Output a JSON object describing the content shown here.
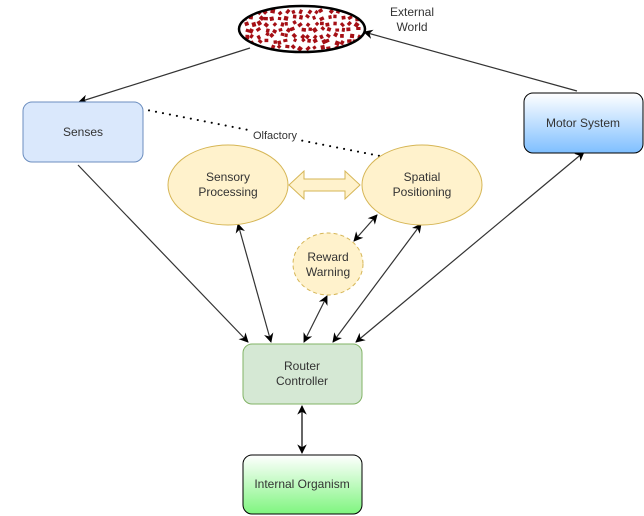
{
  "diagram": {
    "nodes": {
      "external_world": {
        "label_lines": [
          "External",
          "World"
        ],
        "shape": "ellipse",
        "fill": "#ffffff",
        "stroke": "#000000",
        "dots_color": "#a50f15"
      },
      "senses": {
        "label_lines": [
          "Senses"
        ],
        "shape": "rounded-rect",
        "fill": "#dae8fc",
        "stroke": "#6c8ebf"
      },
      "motor_system": {
        "label_lines": [
          "Motor System"
        ],
        "shape": "rounded-rect",
        "fill_top": "#ffffff",
        "fill_bottom": "#7fbfff",
        "stroke": "#000000"
      },
      "sensory_processing": {
        "label_lines": [
          "Sensory",
          "Processing"
        ],
        "shape": "ellipse",
        "fill": "#fff2cc",
        "stroke": "#d6b656"
      },
      "spatial_positioning": {
        "label_lines": [
          "Spatial",
          "Positioning"
        ],
        "shape": "ellipse",
        "fill": "#fff2cc",
        "stroke": "#d6b656"
      },
      "reward_warning": {
        "label_lines": [
          "Reward",
          "Warning"
        ],
        "shape": "ellipse-dashed",
        "fill": "#fff2cc",
        "stroke": "#d6b656"
      },
      "router_controller": {
        "label_lines": [
          "Router",
          "Controller"
        ],
        "shape": "rounded-rect",
        "fill": "#d5e8d4",
        "stroke": "#82b366"
      },
      "internal_organism": {
        "label_lines": [
          "Internal Organism"
        ],
        "shape": "rounded-rect",
        "fill_top": "#ffffff",
        "fill_bottom": "#7ff57f",
        "stroke": "#000000"
      }
    },
    "edges": [
      {
        "from": "external_world",
        "to": "senses",
        "type": "arrow"
      },
      {
        "from": "motor_system",
        "to": "external_world",
        "type": "arrow"
      },
      {
        "from": "senses",
        "to": "spatial_positioning",
        "type": "dotted",
        "label": "Olfactory"
      },
      {
        "from": "sensory_processing",
        "to": "spatial_positioning",
        "type": "double-block-arrow"
      },
      {
        "from": "senses",
        "to": "router_controller",
        "type": "arrow"
      },
      {
        "from": "sensory_processing",
        "to": "router_controller",
        "type": "bidirectional"
      },
      {
        "from": "spatial_positioning",
        "to": "reward_warning",
        "type": "bidirectional"
      },
      {
        "from": "reward_warning",
        "to": "router_controller",
        "type": "bidirectional"
      },
      {
        "from": "spatial_positioning",
        "to": "router_controller",
        "type": "bidirectional"
      },
      {
        "from": "motor_system",
        "to": "router_controller",
        "type": "bidirectional"
      },
      {
        "from": "router_controller",
        "to": "internal_organism",
        "type": "bidirectional"
      }
    ],
    "edge_color": "#333333",
    "arrow_color": "#000000"
  }
}
